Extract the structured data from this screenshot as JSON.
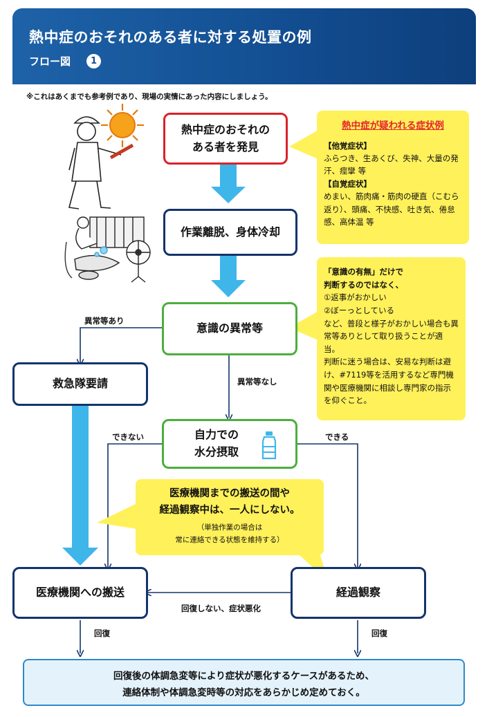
{
  "header": {
    "title": "熱中症のおそれのある者に対する処置の例",
    "subtitle": "フロー図",
    "number": "1"
  },
  "note": "※これはあくまでも参考例であり、現場の実情にあった内容にしましょう。",
  "nodes": {
    "discover": [
      "熱中症のおそれの",
      "ある者を発見"
    ],
    "cooling": "作業離脱、身体冷却",
    "consciousness": "意識の異常等",
    "ambulance": "救急隊要請",
    "water": [
      "自力での",
      "水分摂取"
    ],
    "transport": "医療機関への搬送",
    "observe": "経過観察"
  },
  "edge_labels": {
    "abnormal_yes": "異常等あり",
    "abnormal_no": "異常等なし",
    "cannot": "できない",
    "can": "できる",
    "not_recovered": "回復しない、症状悪化",
    "recovered_left": "回復",
    "recovered_right": "回復"
  },
  "symptoms": {
    "title": "熱中症が疑われる症状例",
    "others_label": "【他覚症状】",
    "others_text": "ふらつき、生あくび、失神、大量の発汗、痙攣 等",
    "self_label": "【自覚症状】",
    "self_text": "めまい、筋肉痛・筋肉の硬直（こむら返り）、頭痛、不快感、吐き気、倦怠感、高体温 等"
  },
  "judgement": {
    "lead1": "「意識の有無」だけで",
    "lead2": "判断するのではなく、",
    "item1": "①返事がおかしい",
    "item2": "②ぼーっとしている",
    "text1": "など、普段と様子がおかしい場合も異常等ありとして取り扱うことが適当。",
    "text2": "判断に迷う場合は、安易な判断は避け、#7119等を活用するなど専門機関や医療機関に相談し専門家の指示を仰ぐこと。"
  },
  "escort": {
    "line1": "医療機関までの搬送の間や",
    "line2": "経過観察中は、一人にしない。",
    "line3": "（単独作業の場合は",
    "line4": "常に連絡できる状態を維持する）"
  },
  "bottom": {
    "line1": "回復後の体調急変等により症状が悪化するケースがあるため、",
    "line2": "連絡体制や体調急変時等の対応をあらかじめ定めておく。"
  },
  "colors": {
    "header": "#134f93",
    "red": "#d9222a",
    "navy": "#13336b",
    "green": "#4cae3c",
    "arrow_blue": "#3fb6ea",
    "yellow": "#fff15a"
  },
  "icons": [
    "sun-icon",
    "worker-icon",
    "fan-icon",
    "water-bottle-icon"
  ]
}
